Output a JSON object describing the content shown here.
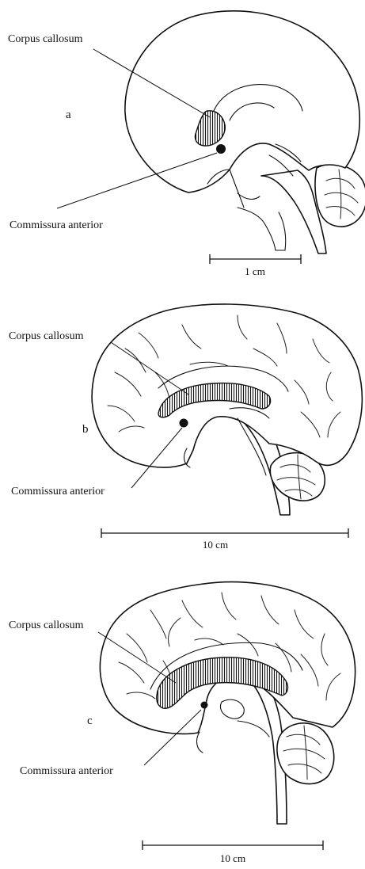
{
  "panels": [
    {
      "letter": "a",
      "corpus_label": "Corpus callosum",
      "commissure_label": "Commissura anterior",
      "scale_label": "1 cm"
    },
    {
      "letter": "b",
      "corpus_label": "Corpus callosum",
      "commissure_label": "Commissura anterior",
      "scale_label": "10 cm"
    },
    {
      "letter": "c",
      "corpus_label": "Corpus callosum",
      "commissure_label": "Commissura anterior",
      "scale_label": "10 cm"
    }
  ]
}
